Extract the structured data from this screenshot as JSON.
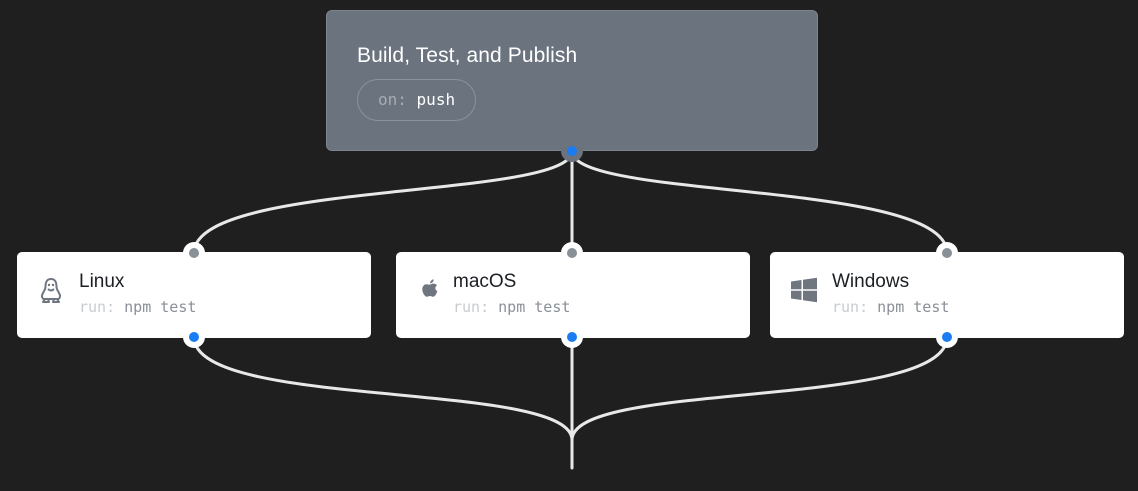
{
  "workflow": {
    "title": "Build, Test, and Publish",
    "trigger_key": "on:",
    "trigger_value": "push"
  },
  "jobs": [
    {
      "id": "linux",
      "title": "Linux",
      "run_key": "run:",
      "run_value": "npm test",
      "icon": "linux-penguin-icon"
    },
    {
      "id": "macos",
      "title": "macOS",
      "run_key": "run:",
      "run_value": "npm test",
      "icon": "apple-icon"
    },
    {
      "id": "windows",
      "title": "Windows",
      "run_key": "run:",
      "run_value": "npm test",
      "icon": "windows-icon"
    }
  ],
  "colors": {
    "background": "#1f1f1f",
    "workflow_node": "#6b737e",
    "card": "#ffffff",
    "edge": "#e8e8e8",
    "port_in": "#8a9098",
    "port_out": "#1a7cf2"
  }
}
